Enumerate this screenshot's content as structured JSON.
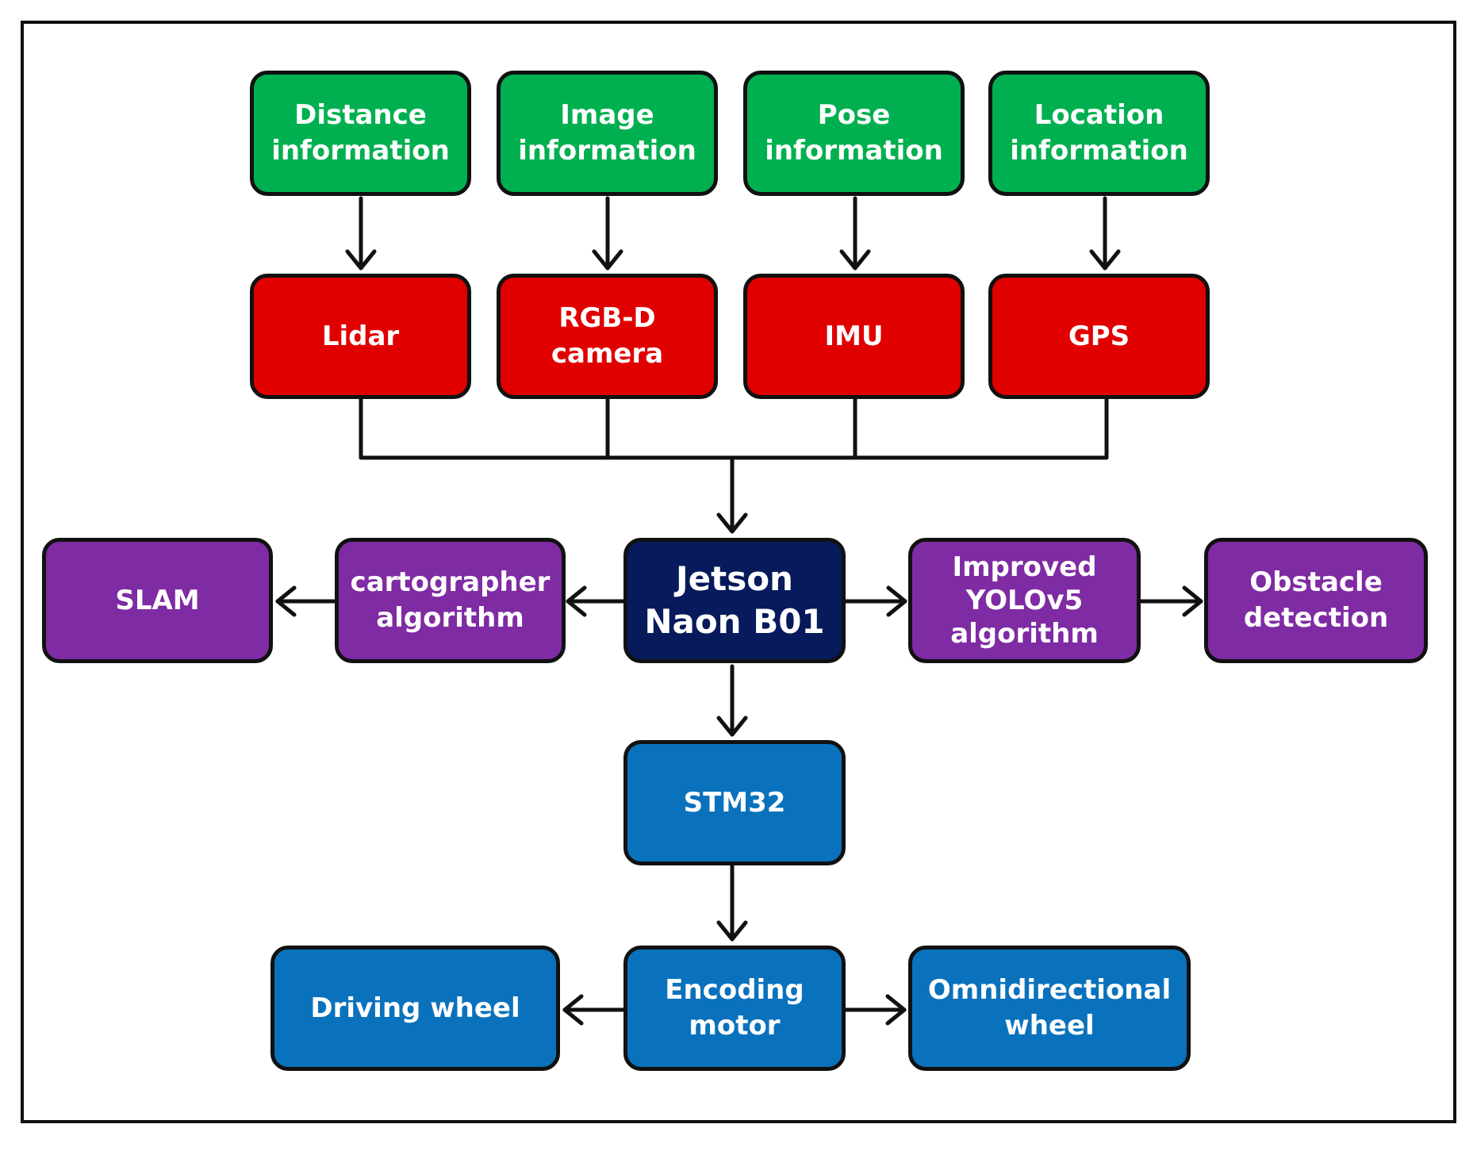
{
  "colors": {
    "sensor_info": "#00b050",
    "sensor": "#e00000",
    "algorithm": "#7f2ba3",
    "controller": "#061a5c",
    "actuator": "#0a72bc",
    "line": "#111111"
  },
  "nodes": {
    "distance_info": {
      "lines": [
        "Distance",
        "information"
      ]
    },
    "image_info": {
      "lines": [
        "Image",
        "information"
      ]
    },
    "pose_info": {
      "lines": [
        "Pose",
        "information"
      ]
    },
    "location_info": {
      "lines": [
        "Location",
        "information"
      ]
    },
    "lidar": {
      "lines": [
        "Lidar"
      ]
    },
    "rgbd_camera": {
      "lines": [
        "RGB-D",
        "camera"
      ]
    },
    "imu": {
      "lines": [
        "IMU"
      ]
    },
    "gps": {
      "lines": [
        "GPS"
      ]
    },
    "slam": {
      "lines": [
        "SLAM"
      ]
    },
    "cartographer": {
      "lines": [
        "cartographer",
        "algorithm"
      ]
    },
    "jetson": {
      "lines": [
        "Jetson",
        "Naon B01"
      ]
    },
    "yolov5": {
      "lines": [
        "Improved",
        "YOLOv5",
        "algorithm"
      ]
    },
    "obstacle_detection": {
      "lines": [
        "Obstacle",
        "detection"
      ]
    },
    "stm32": {
      "lines": [
        "STM32"
      ]
    },
    "driving_wheel": {
      "lines": [
        "Driving wheel"
      ]
    },
    "encoding_motor": {
      "lines": [
        "Encoding",
        "motor"
      ]
    },
    "omni_wheel": {
      "lines": [
        "Omnidirectional",
        "wheel"
      ]
    }
  }
}
